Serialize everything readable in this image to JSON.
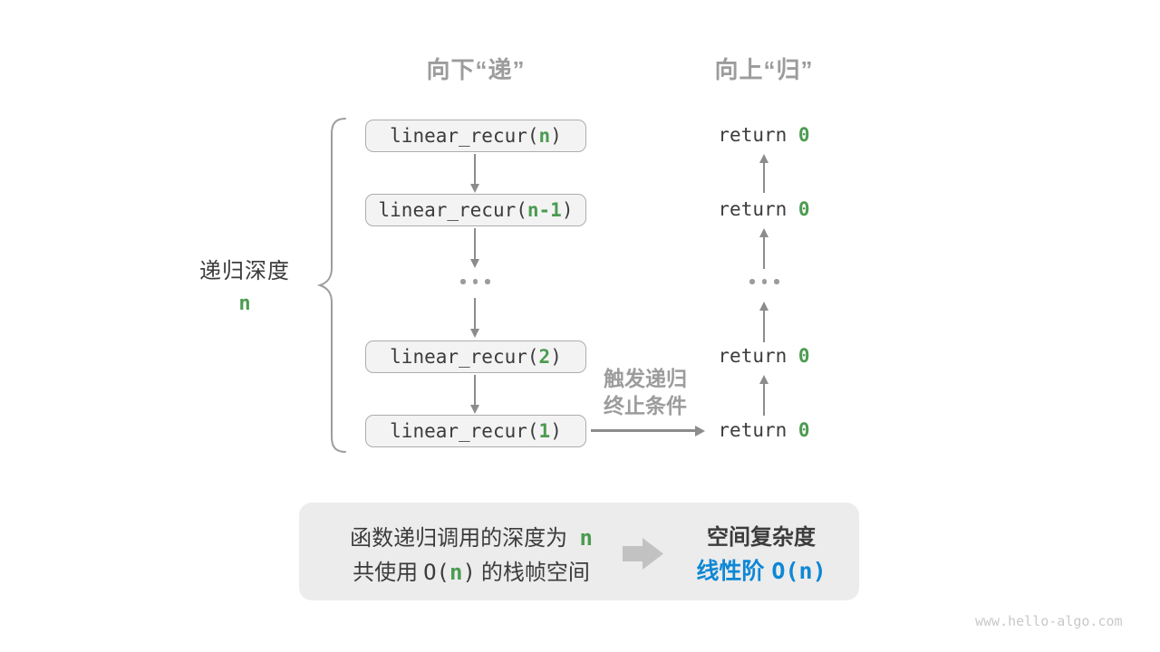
{
  "colors": {
    "green": "#4c9b50",
    "blue": "#0e87d5",
    "gray": "#9c9c9c",
    "dark": "#3c3c3c",
    "arrow": "#8c8c8c",
    "boxFill": "#f3f3f3",
    "boxBorder": "#adadad",
    "panelBg": "#ececec",
    "blockArrow": "#c2c2c2",
    "watermark": "#c9c9c9"
  },
  "headers": {
    "down": "向下“递”",
    "up": "向上“归”"
  },
  "stack": {
    "ellipsis": "...",
    "boxes": [
      {
        "prefix": "linear_recur(",
        "arg": "n",
        "suffix": ")"
      },
      {
        "prefix": "linear_recur(",
        "arg": "n-1",
        "suffix": ")"
      },
      {
        "prefix": "linear_recur(",
        "arg": "2",
        "suffix": ")"
      },
      {
        "prefix": "linear_recur(",
        "arg": "1",
        "suffix": ")"
      }
    ]
  },
  "returns": {
    "ellipsis": "...",
    "rows": [
      {
        "text": "return ",
        "value": "0"
      },
      {
        "text": "return ",
        "value": "0"
      },
      {
        "text": "return ",
        "value": "0"
      },
      {
        "text": "return ",
        "value": "0"
      }
    ]
  },
  "depth": {
    "title": "递归深度",
    "value": "n"
  },
  "base_case": {
    "line1": "触发递归",
    "line2": "终止条件"
  },
  "summary": {
    "line1": {
      "text": "函数递归调用的深度为",
      "n": "n"
    },
    "line2": {
      "pre": "共使用",
      "o_open": "O(",
      "n": "n",
      "o_close": ")",
      "post": "的栈帧空间"
    },
    "result_title": "空间复杂度",
    "result": {
      "label": "线性阶",
      "o_open": "O(",
      "n": "n",
      "o_close": ")"
    }
  },
  "watermark": "www.hello-algo.com"
}
